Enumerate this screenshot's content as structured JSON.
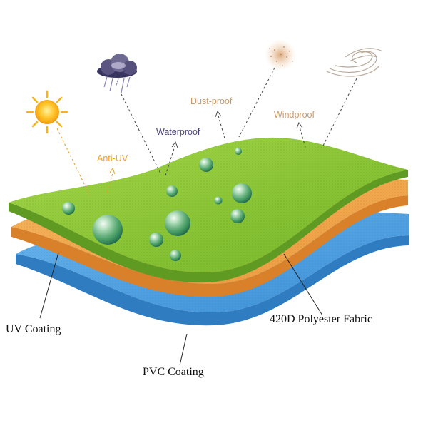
{
  "features": {
    "anti_uv": "Anti-UV",
    "waterproof": "Waterproof",
    "dust_proof": "Dust-proof",
    "windproof": "Windproof"
  },
  "layers": {
    "uv_coating": "UV Coating",
    "polyester": "420D Polyester Fabric",
    "pvc_coating": "PVC Coating"
  },
  "icons": [
    "sun-icon",
    "storm-cloud-icon",
    "dust-icon",
    "wind-icon",
    "water-drop-icon"
  ],
  "colors": {
    "anti_uv_label": "#f0a020",
    "waterproof_label": "#4a3f78",
    "dust_label": "#c99a6a",
    "wind_label": "#c99a6a",
    "green_layer": "#8cc83a",
    "orange_layer": "#f2a24a",
    "blue_layer": "#4d9fe0"
  }
}
